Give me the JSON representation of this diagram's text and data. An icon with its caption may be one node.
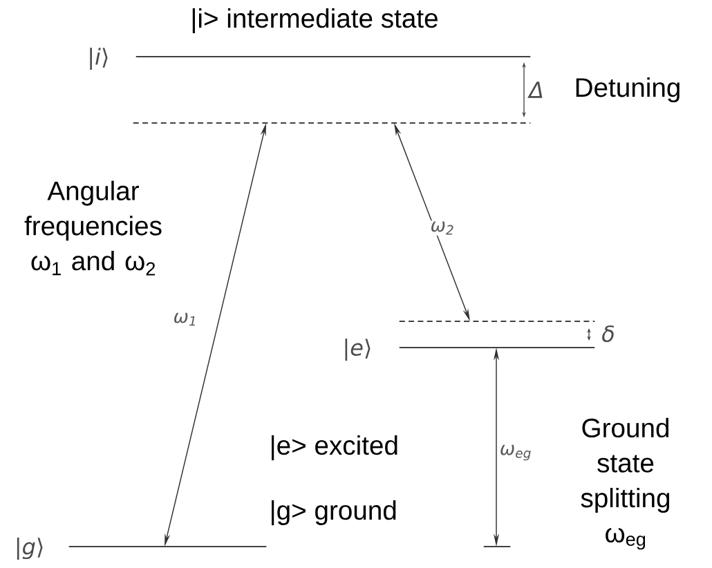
{
  "diagram": {
    "nodes": [
      {
        "text": [
          "|*i*⟩"
        ]
      },
      {
        "text": [],
        "shape": "bar"
      },
      {
        "text": [],
        "shape": "bar"
      },
      {
        "text": [
          "|*e*⟩"
        ]
      },
      {
        "text": [
          "|*g*⟩"
        ]
      },
      {
        "text": [],
        "shape": "bar"
      }
    ],
    "edges": [
      {
        "from": 1,
        "to": 4,
        "arrow": "both",
        "label": "ω$_{1}$"
      },
      {
        "from": 1,
        "to": 2,
        "arrow": "both",
        "label": "ω$_{2}$"
      },
      {
        "from": 3,
        "to": 5,
        "arrow": "both",
        "label": "ω$_{eg}$"
      }
    ],
    "labels": [
      "|i> intermediate state",
      "Δ",
      "Detuning",
      "Angular frequencies ω$_{1}$ and ω$_{2}$",
      "δ",
      "|e> excited",
      "|g> ground",
      "Ground state splitting ω$_{eg}$"
    ]
  }
}
